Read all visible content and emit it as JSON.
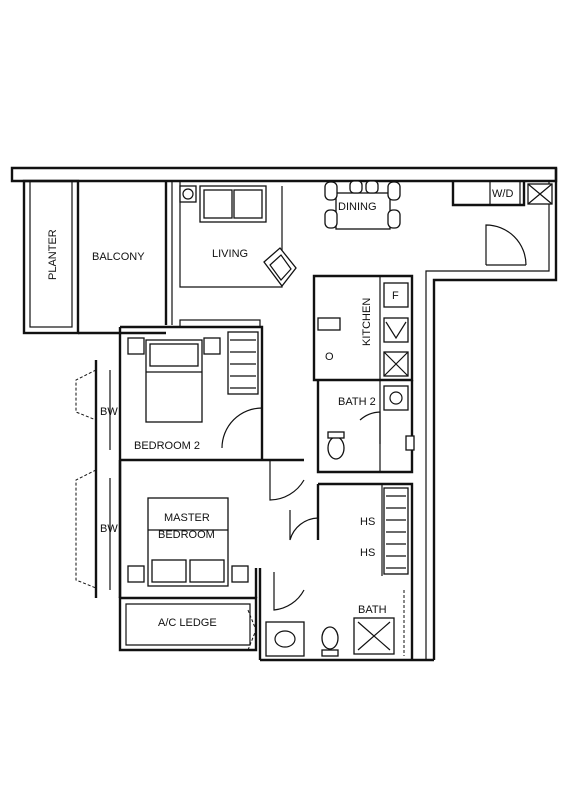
{
  "rooms": {
    "planter": "PLANTER",
    "balcony": "BALCONY",
    "living": "LIVING",
    "dining": "DINING",
    "kitchen": "KITCHEN",
    "bath2": "BATH 2",
    "bedroom2": "BEDROOM 2",
    "master_line1": "MASTER",
    "master_line2": "BEDROOM",
    "bath": "BATH",
    "ac_ledge": "A/C LEDGE",
    "wd": "W/D",
    "bw_1": "BW",
    "bw_2": "BW",
    "hs_1": "HS",
    "hs_2": "HS",
    "fridge": "F",
    "oven": "O"
  }
}
